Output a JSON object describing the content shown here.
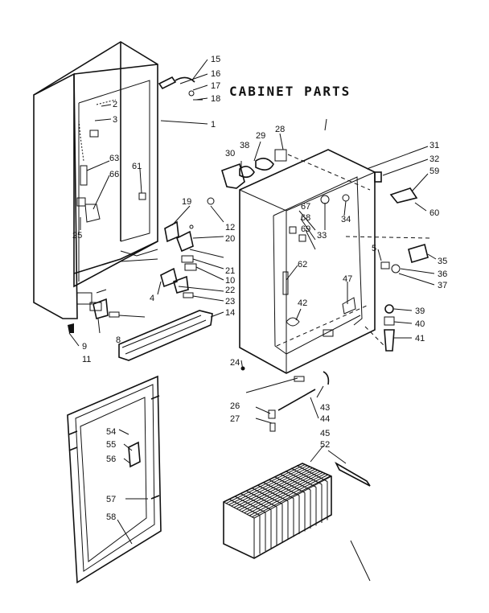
{
  "title": "CABINET PARTS",
  "part_numbers": [
    "1",
    "2",
    "3",
    "4",
    "5",
    "8",
    "9",
    "10",
    "11",
    "12",
    "14",
    "15",
    "16",
    "17",
    "18",
    "19",
    "20",
    "21",
    "22",
    "23",
    "24",
    "25",
    "26",
    "27",
    "28",
    "29",
    "30",
    "31",
    "32",
    "33",
    "34",
    "35",
    "36",
    "37",
    "38",
    "39",
    "40",
    "41",
    "42",
    "43",
    "44",
    "45",
    "47",
    "52",
    "54",
    "55",
    "56",
    "57",
    "58",
    "59",
    "60",
    "61",
    "62",
    "63",
    "66",
    "67",
    "68",
    "69"
  ]
}
